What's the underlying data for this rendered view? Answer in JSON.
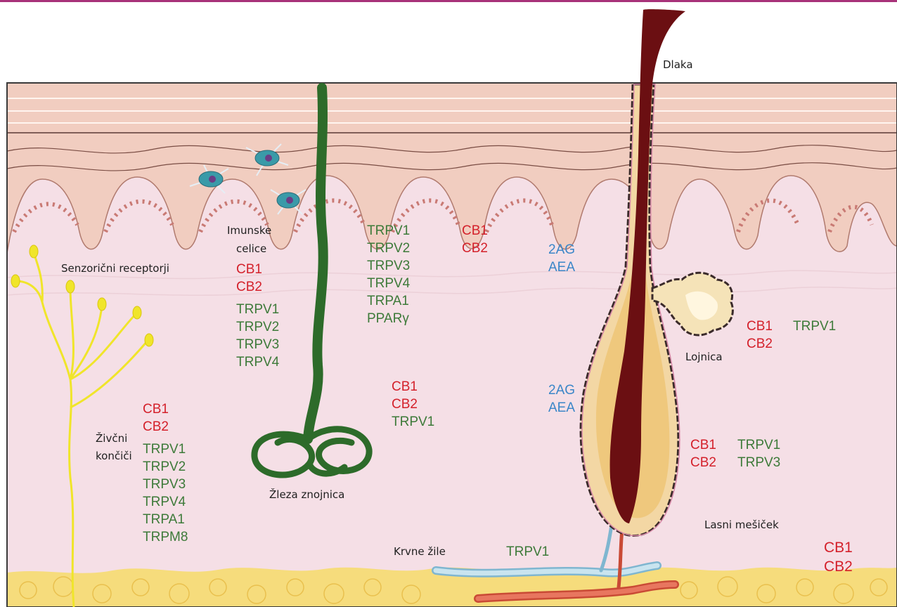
{
  "colors": {
    "frame_line": "#a8327a",
    "receptor_red": "#d4212b",
    "trpv_green": "#3d7a39",
    "ligand_blue": "#3a86c8",
    "dermis": "#f5dfe6",
    "epidermis": "#f1cdc0",
    "fat": "#f6dc7c",
    "sweat_gland": "#2d6b2a",
    "hair": "#6b0f12",
    "nerve": "#f0e52a"
  },
  "labels": {
    "hair": "Dlaka",
    "immune_cells_1": "Imunske",
    "immune_cells_2": "celice",
    "sensory_receptors": "Senzorični receptorji",
    "nerve_endings_1": "Živčni",
    "nerve_endings_2": "končiči",
    "sweat_gland": "Žleza znojnica",
    "sebaceous_gland": "Lojnica",
    "hair_follicle": "Lasni mešiček",
    "blood_vessels": "Krvne žile"
  },
  "groups": {
    "immune": {
      "cb": [
        "CB1",
        "CB2"
      ],
      "trp": [
        "TRPV1",
        "TRPV2",
        "TRPV3",
        "TRPV4"
      ]
    },
    "epidermis": {
      "trp": [
        "TRPV1",
        "TRPV2",
        "TRPV3",
        "TRPV4",
        "TRPA1",
        "PPARγ"
      ],
      "cb": [
        "CB1",
        "CB2"
      ],
      "ligands": [
        "2AG",
        "AEA"
      ]
    },
    "sweat": {
      "cb": [
        "CB1",
        "CB2"
      ],
      "trp": [
        "TRPV1"
      ]
    },
    "nerve": {
      "cb": [
        "CB1",
        "CB2"
      ],
      "trp": [
        "TRPV1",
        "TRPV2",
        "TRPV3",
        "TRPV4",
        "TRPA1",
        "TRPM8"
      ]
    },
    "follicle": {
      "ligands": [
        "2AG",
        "AEA"
      ],
      "cb": [
        "CB1",
        "CB2"
      ],
      "trp": [
        "TRPV1",
        "TRPV3"
      ]
    },
    "sebaceous": {
      "cb": [
        "CB1",
        "CB2"
      ],
      "trp": [
        "TRPV1"
      ]
    },
    "vessels": {
      "trp": [
        "TRPV1"
      ]
    },
    "fat": {
      "cb": [
        "CB1",
        "CB2"
      ]
    }
  }
}
